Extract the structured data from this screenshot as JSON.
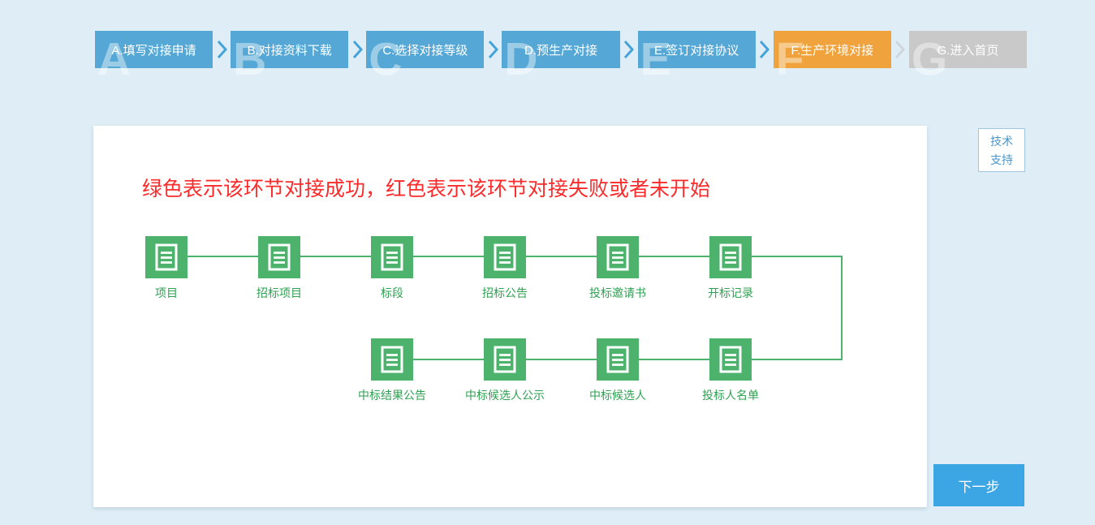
{
  "colors": {
    "page_background": "#dfeef6",
    "step_done": "#55a8d5",
    "step_current": "#f0a23c",
    "step_pending": "#c9c9c9",
    "chevron_blue": "#44a3d9",
    "chevron_gray": "#cfd6db",
    "notice_red": "#fc2b2b",
    "node_green": "#4db36c",
    "label_green": "#2fa152",
    "next_button_blue": "#3ba6e3",
    "support_border_blue": "#a0c6de",
    "support_text_blue": "#4a97c8"
  },
  "stepper": {
    "steps": [
      {
        "letter": "A",
        "label": "A.填写对接申请",
        "state": "done"
      },
      {
        "letter": "B",
        "label": "B.对接资料下载",
        "state": "done"
      },
      {
        "letter": "C",
        "label": "C.选择对接等级",
        "state": "done"
      },
      {
        "letter": "D",
        "label": "D.预生产对接",
        "state": "done"
      },
      {
        "letter": "E",
        "label": "E.签订对接协议",
        "state": "done"
      },
      {
        "letter": "F",
        "label": "F.生产环境对接",
        "state": "current"
      },
      {
        "letter": "G",
        "label": "G.进入首页",
        "state": "pending"
      }
    ]
  },
  "notice": {
    "text": "绿色表示该环节对接成功，红色表示该环节对接失败或者未开始"
  },
  "flow": {
    "row1": [
      "项目",
      "招标项目",
      "标段",
      "招标公告",
      "投标邀请书",
      "开标记录"
    ],
    "row2": [
      "中标结果公告",
      "中标候选人公示",
      "中标候选人",
      "投标人名单"
    ],
    "icon": "document-icon"
  },
  "side": {
    "support_line1": "技术",
    "support_line2": "支持"
  },
  "footer": {
    "next_label": "下一步"
  }
}
